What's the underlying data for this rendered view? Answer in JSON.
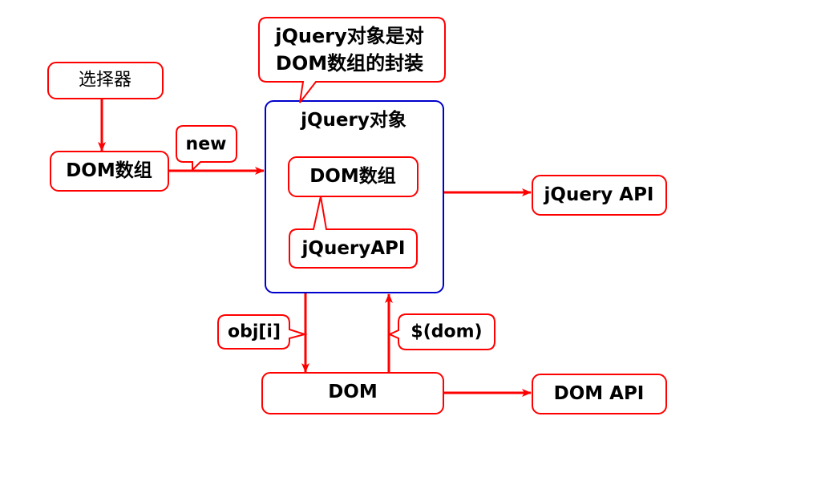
{
  "colors": {
    "accent": "#ff0000",
    "container_border": "#0000cc",
    "text": "#000000",
    "background": "#ffffff"
  },
  "nodes": {
    "selector": "选择器",
    "dom_array": "DOM数组",
    "jquery_object": "jQuery对象",
    "inner_dom_array": "DOM数组",
    "inner_jquery_api": "jQueryAPI",
    "jquery_api": "jQuery API",
    "dom": "DOM",
    "dom_api": "DOM API"
  },
  "callouts": {
    "note_line1": "jQuery对象是对",
    "note_line2": "DOM数组的封装",
    "new": "new",
    "obj_index": "obj[i]",
    "dollar_dom": "$(dom)"
  }
}
